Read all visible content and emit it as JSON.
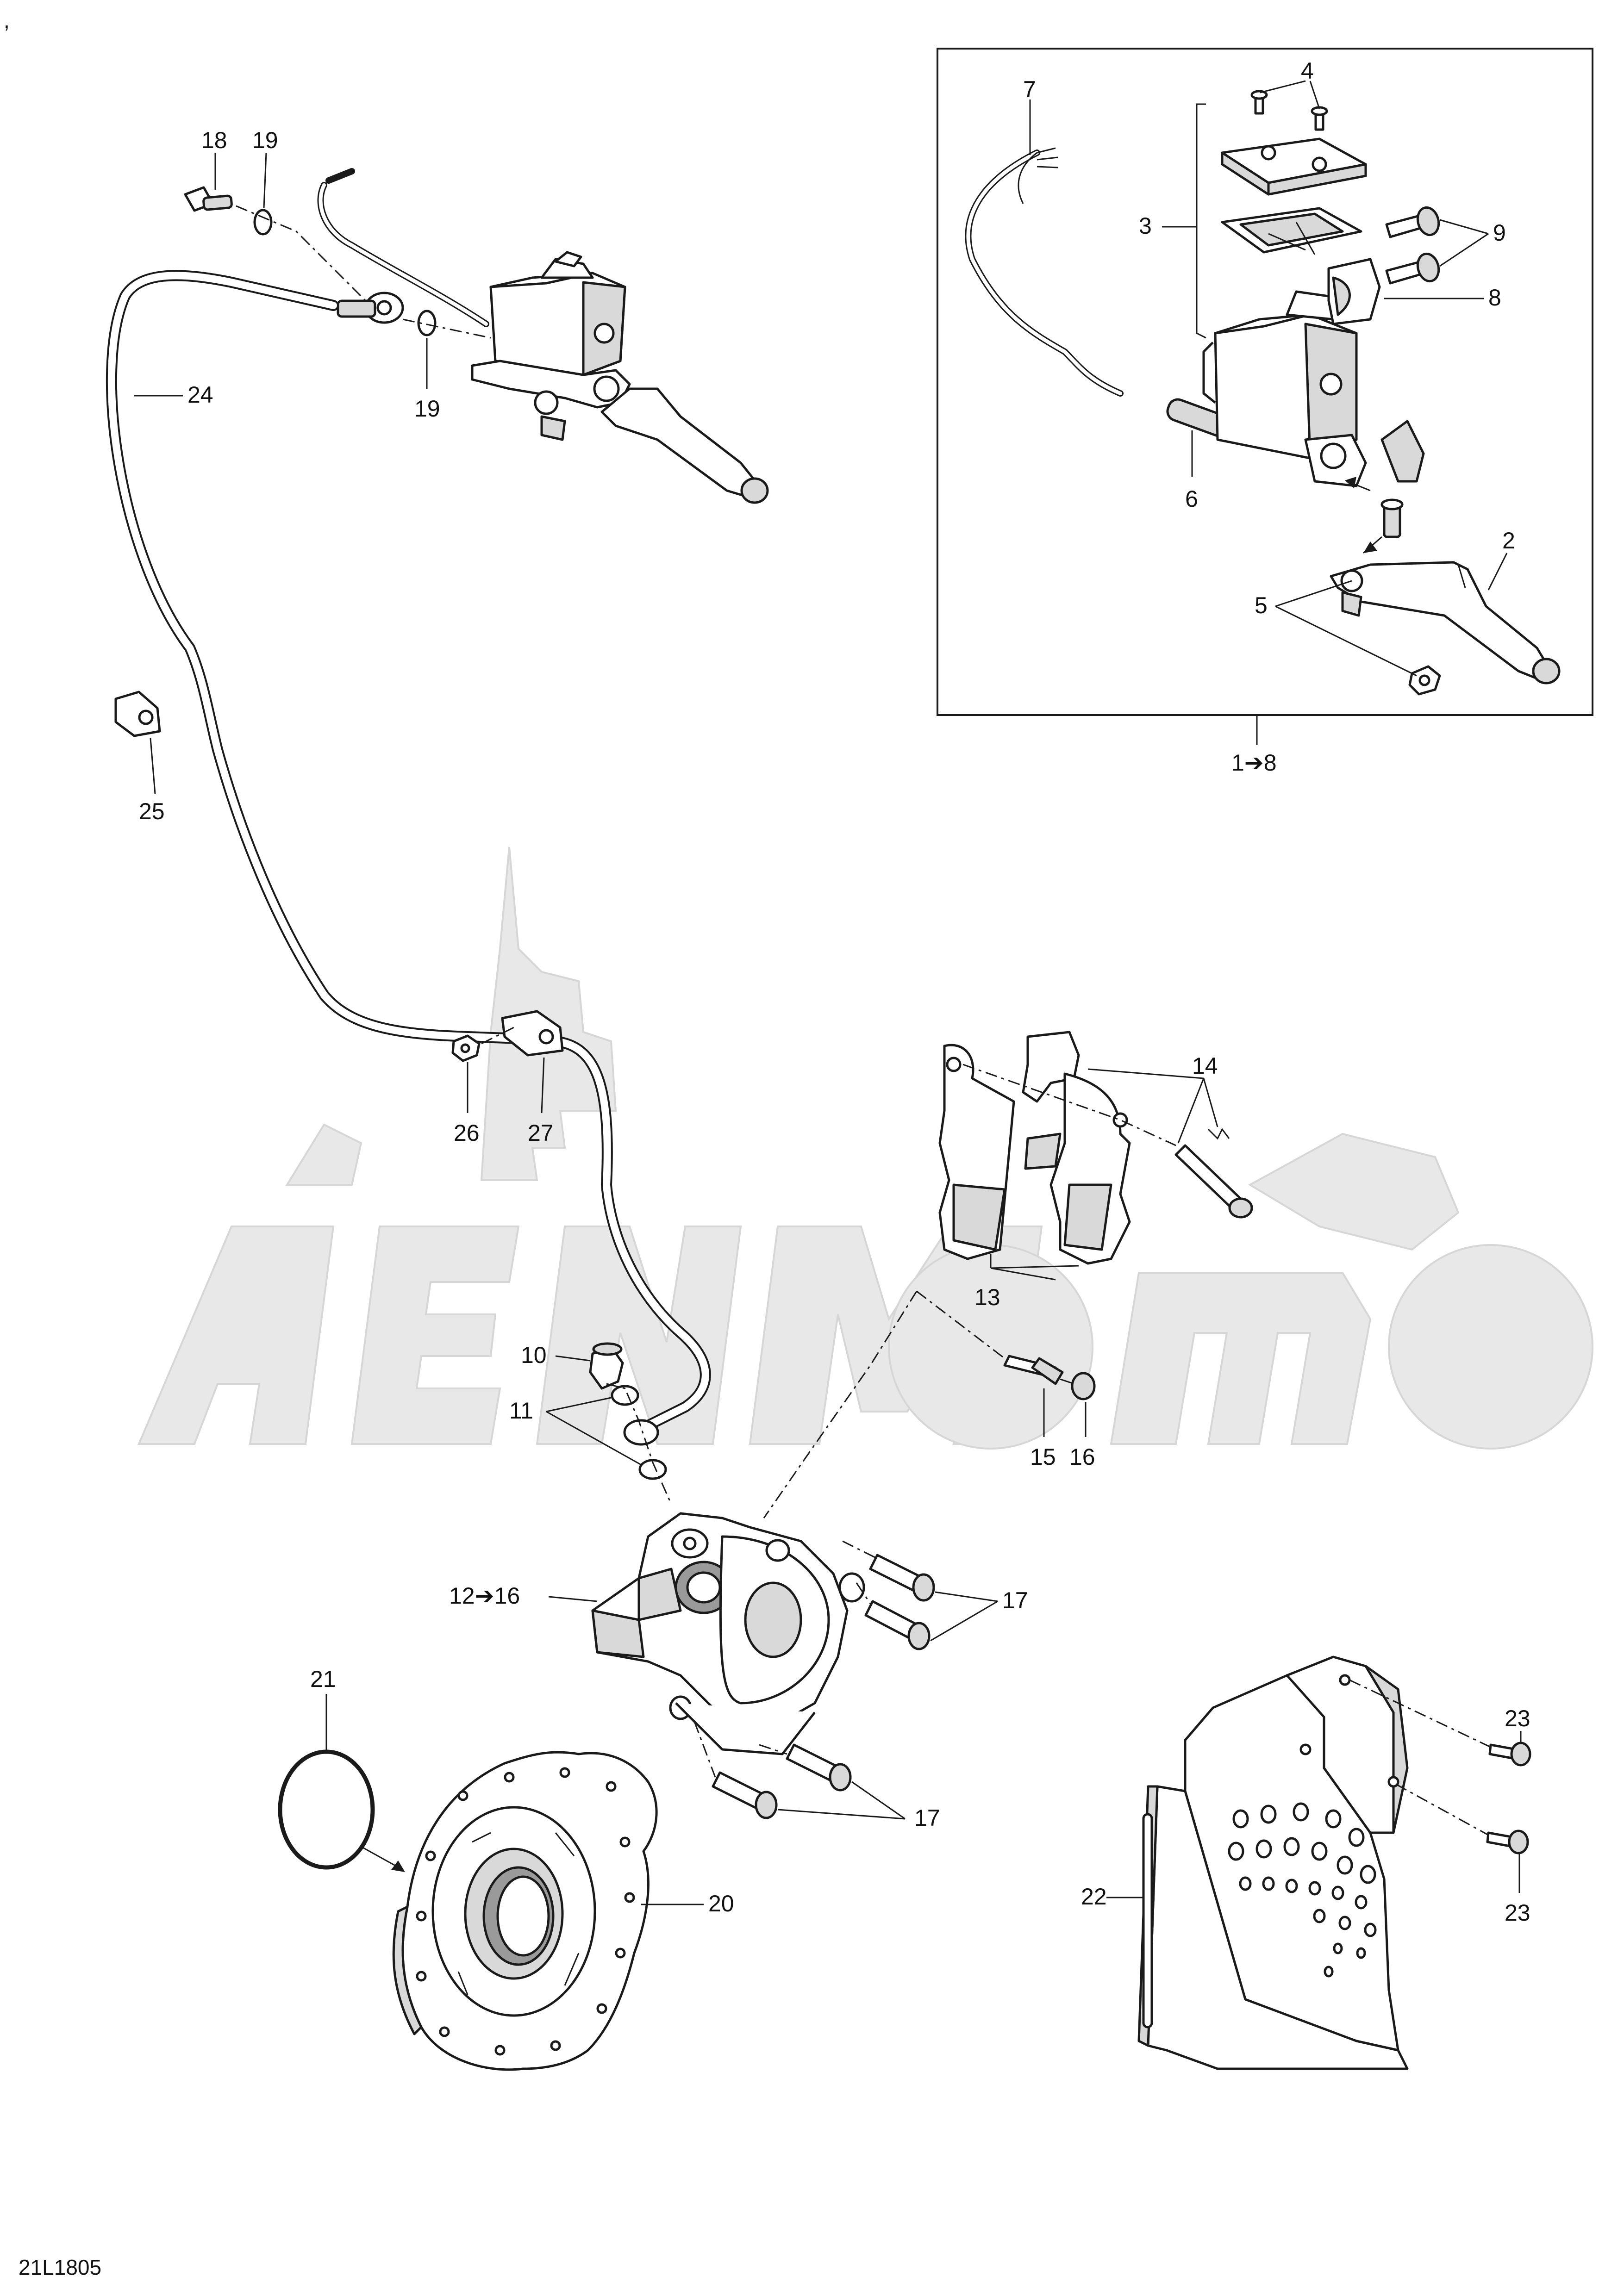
{
  "diagram_code": "21L1805",
  "corner_mark": ",",
  "callouts": {
    "p1_8": "1➔8",
    "p2": "2",
    "p3": "3",
    "p4": "4",
    "p5": "5",
    "p6": "6",
    "p7": "7",
    "p8": "8",
    "p9": "9",
    "p10": "10",
    "p11": "11",
    "p12_16": "12➔16",
    "p13": "13",
    "p14": "14",
    "p15": "15",
    "p16": "16",
    "p17a": "17",
    "p17b": "17",
    "p18": "18",
    "p19a": "19",
    "p19b": "19",
    "p20": "20",
    "p21": "21",
    "p22": "22",
    "p23a": "23",
    "p23b": "23",
    "p24": "24",
    "p25": "25",
    "p26": "26",
    "p27": "27"
  },
  "colors": {
    "line": "#1a1a1a",
    "watermark": "#e6e6e6"
  }
}
